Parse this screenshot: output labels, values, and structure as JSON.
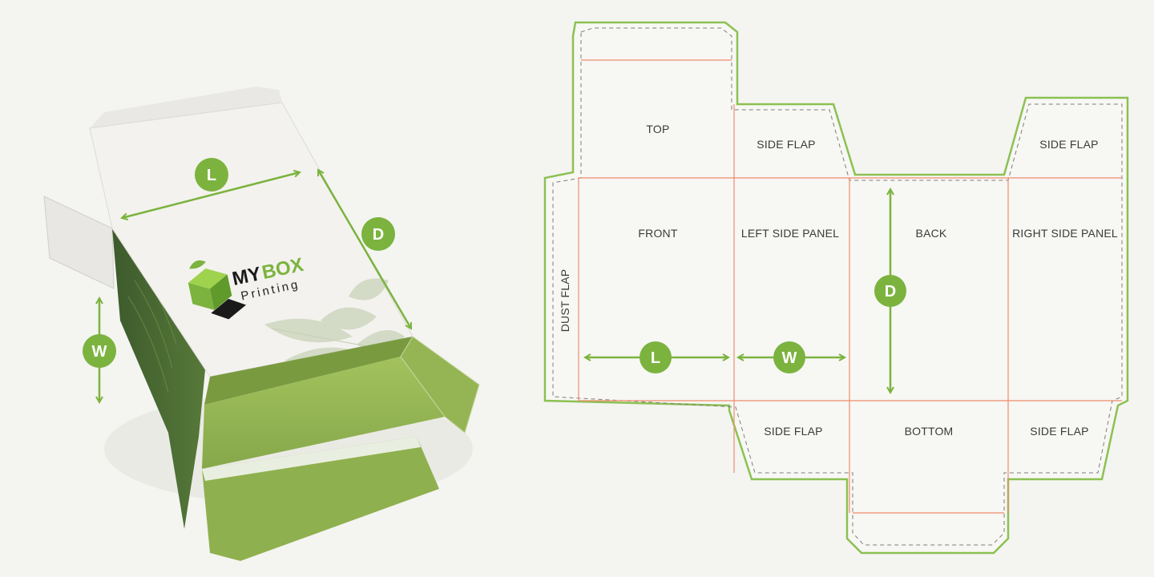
{
  "colors": {
    "accent_green": "#7bb33e",
    "cut_line_green": "#8cc152",
    "fold_line_orange": "#ee8d6b",
    "box_white": "#f3f2ee",
    "box_green": "#8fb04e",
    "logo_black": "#1a1a1a"
  },
  "box_illustration": {
    "logo": {
      "word1": "MY",
      "word2": "BOX",
      "tagline": "Printing"
    },
    "dimension_badges": {
      "length": "L",
      "depth": "D",
      "width": "W"
    },
    "icons": [
      "leaf-decoration",
      "dimension-arrow"
    ]
  },
  "dieline": {
    "panels": {
      "top": "TOP",
      "side_flap_top_left": "SIDE FLAP",
      "side_flap_top_right": "SIDE FLAP",
      "front": "FRONT",
      "left_side_panel": "LEFT SIDE PANEL",
      "back": "BACK",
      "right_side_panel": "RIGHT SIDE PANEL",
      "dust_flap": "DUST FLAP",
      "side_flap_bottom_left": "SIDE FLAP",
      "bottom": "BOTTOM",
      "side_flap_bottom_right": "SIDE FLAP"
    },
    "dimension_badges": {
      "length": "L",
      "width": "W",
      "depth": "D"
    }
  }
}
